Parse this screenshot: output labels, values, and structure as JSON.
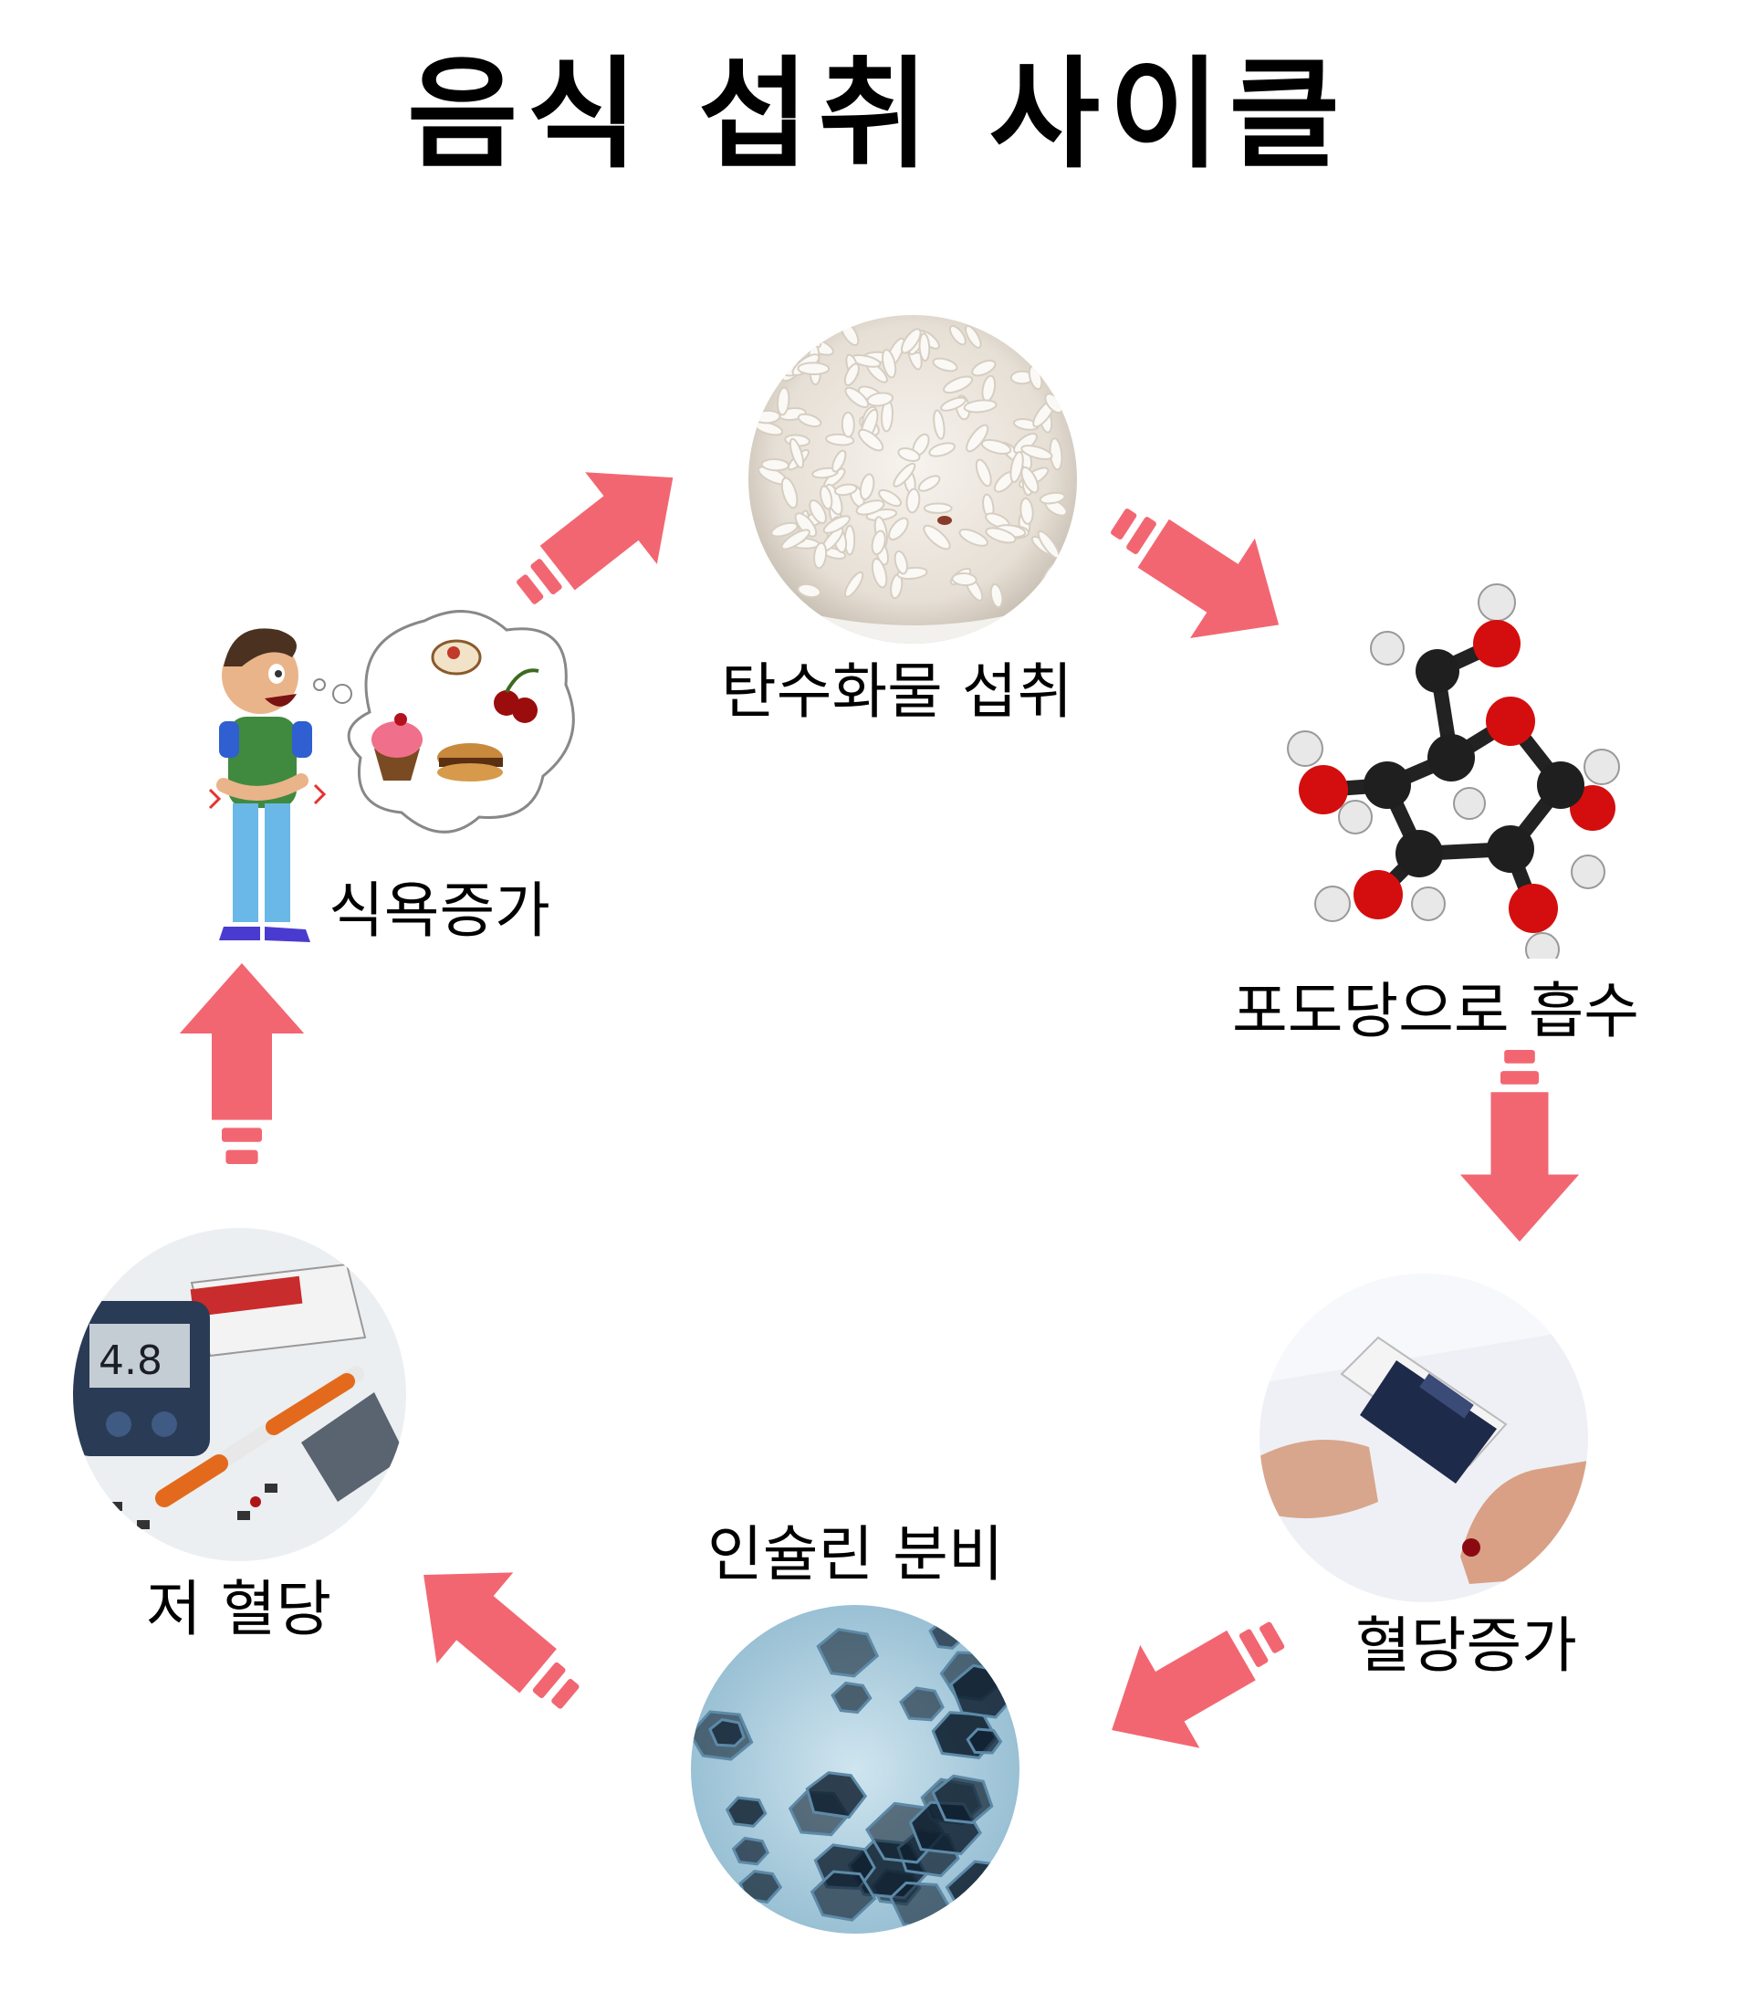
{
  "title": "음식 섭취 사이클",
  "colors": {
    "arrow": "#f26672",
    "background": "#ffffff",
    "text": "#000000"
  },
  "nodes": [
    {
      "id": "carb",
      "label": "탄수화물 섭취",
      "image": "rice-photo"
    },
    {
      "id": "glucose",
      "label": "포도당으로 흡수",
      "image": "glucose-molecule-model"
    },
    {
      "id": "bloodsugar-up",
      "label": "혈당증가",
      "image": "blood-glucose-lancet-photo"
    },
    {
      "id": "insulin",
      "label": "인슐린 분비",
      "image": "insulin-crystals-photo"
    },
    {
      "id": "low-bloodsugar",
      "label": "저 혈당",
      "image": "diabetes-supplies-photo"
    },
    {
      "id": "appetite",
      "label": "식욕증가",
      "image": "hungry-man-cartoon"
    }
  ],
  "cycle": [
    "carb",
    "glucose",
    "bloodsugar-up",
    "insulin",
    "low-bloodsugar",
    "appetite"
  ]
}
